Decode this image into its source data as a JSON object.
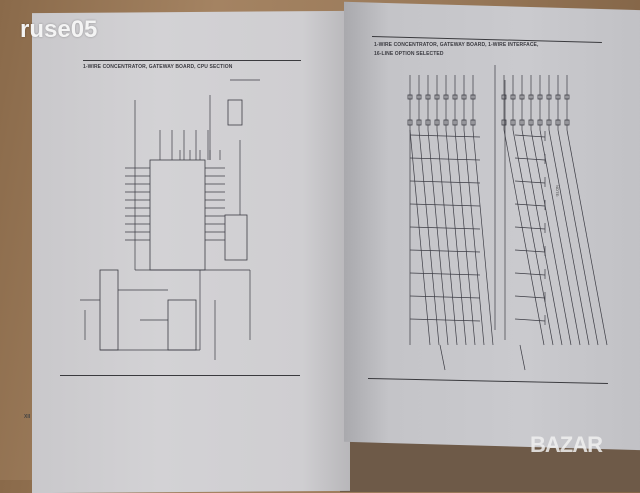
{
  "watermark": "ruse05",
  "left_page": {
    "title": "1-WIRE CONCENTRATOR, GATEWAY BOARD, CPU SECTION",
    "page_number": "XII"
  },
  "right_page": {
    "title_line1": "1-WIRE CONCENTRATOR, GATEWAY BOARD, 1-WIRE INTERFACE,",
    "title_line2": "16-LINE OPTION SELECTED",
    "note_label": "NOTE:"
  },
  "logo": "BAZAR"
}
